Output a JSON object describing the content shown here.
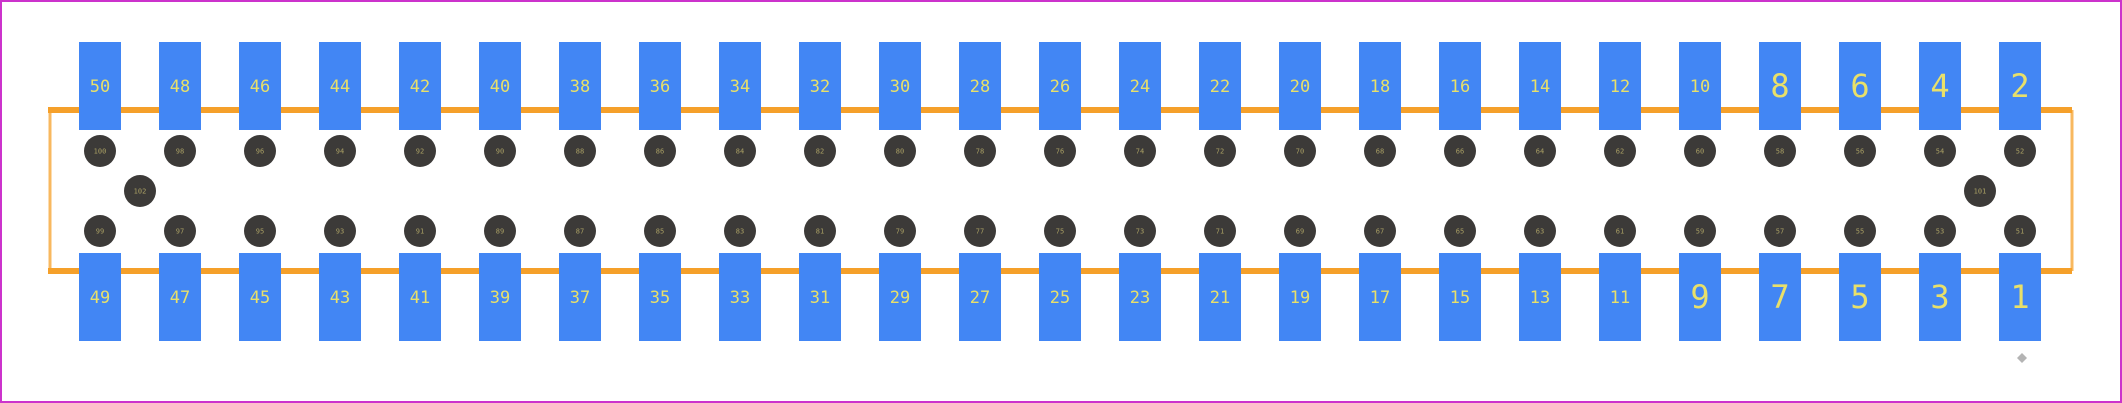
{
  "colors": {
    "background": "#ffffff",
    "border": "#cc33cc",
    "outline": "#f5a02a",
    "pad": "#4286f4",
    "hole": "#3c3a38",
    "pad_label": "#e8e06a",
    "hole_label": "#aaa064",
    "pin1_marker": "#b4b4b4"
  },
  "top_pads": [
    "50",
    "48",
    "46",
    "44",
    "42",
    "40",
    "38",
    "36",
    "34",
    "32",
    "30",
    "28",
    "26",
    "24",
    "22",
    "20",
    "18",
    "16",
    "14",
    "12",
    "10",
    "8",
    "6",
    "4",
    "2"
  ],
  "bottom_pads": [
    "49",
    "47",
    "45",
    "43",
    "41",
    "39",
    "37",
    "35",
    "33",
    "31",
    "29",
    "27",
    "25",
    "23",
    "21",
    "19",
    "17",
    "15",
    "13",
    "11",
    "9",
    "7",
    "5",
    "3",
    "1"
  ],
  "top_holes": [
    "100",
    "98",
    "96",
    "94",
    "92",
    "90",
    "88",
    "86",
    "84",
    "82",
    "80",
    "78",
    "76",
    "74",
    "72",
    "70",
    "68",
    "66",
    "64",
    "62",
    "60",
    "58",
    "56",
    "54",
    "52"
  ],
  "bottom_holes": [
    "99",
    "97",
    "95",
    "93",
    "91",
    "89",
    "87",
    "85",
    "83",
    "81",
    "79",
    "77",
    "75",
    "73",
    "71",
    "69",
    "67",
    "65",
    "63",
    "61",
    "59",
    "57",
    "55",
    "53",
    "51"
  ],
  "mount_holes": [
    "102",
    "101"
  ]
}
